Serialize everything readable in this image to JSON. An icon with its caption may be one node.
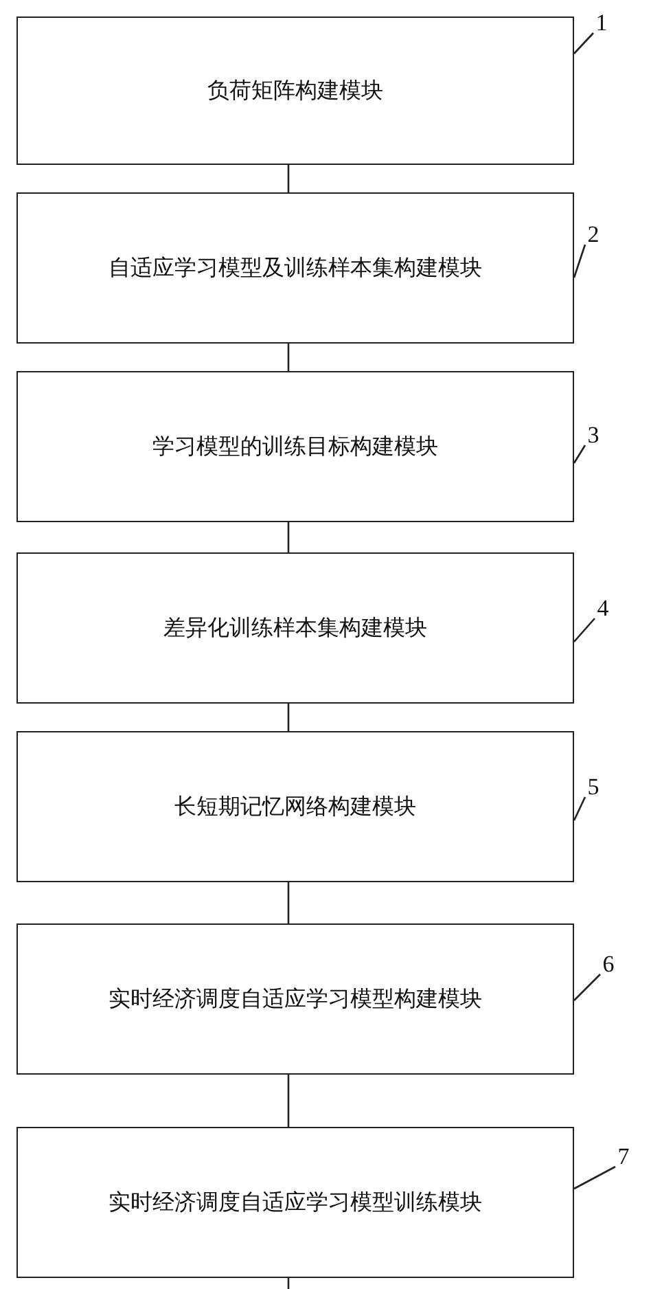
{
  "diagram": {
    "nodes": [
      {
        "text": [
          "负荷矩阵构建模块"
        ]
      },
      {
        "text": [
          "自适应学习模型及训练样本集构建模块"
        ]
      },
      {
        "text": [
          "学习模型的训练目标构建模块"
        ]
      },
      {
        "text": [
          "差异化训练样本集构建模块"
        ]
      },
      {
        "text": [
          "长短期记忆网络构建模块"
        ]
      },
      {
        "text": [
          "实时经济调度自适应学习模型构建模块"
        ]
      },
      {
        "text": [
          "实时经济调度自适应学习模型训练模块"
        ]
      },
      {
        "text": [
          "1"
        ]
      },
      {
        "text": [
          "2"
        ]
      },
      {
        "text": [
          "3"
        ]
      },
      {
        "text": [
          "4"
        ]
      },
      {
        "text": [
          "5"
        ]
      },
      {
        "text": [
          "6"
        ]
      },
      {
        "text": [
          "7"
        ]
      }
    ],
    "edges": [
      {
        "from": 0,
        "to": 1,
        "arrow": "none"
      },
      {
        "from": 1,
        "to": 2,
        "arrow": "none"
      },
      {
        "from": 2,
        "to": 3,
        "arrow": "none"
      },
      {
        "from": 3,
        "to": 4,
        "arrow": "none"
      },
      {
        "from": 4,
        "to": 5,
        "arrow": "none"
      },
      {
        "from": 5,
        "to": 6,
        "arrow": "none"
      },
      {
        "from": 6,
        "to": null,
        "arrow": "none"
      },
      {
        "from": 7,
        "to": 0,
        "arrow": "none"
      },
      {
        "from": 8,
        "to": 1,
        "arrow": "none"
      },
      {
        "from": 9,
        "to": 2,
        "arrow": "none"
      },
      {
        "from": 10,
        "to": 3,
        "arrow": "none"
      },
      {
        "from": 11,
        "to": 4,
        "arrow": "none"
      },
      {
        "from": 12,
        "to": 5,
        "arrow": "none"
      },
      {
        "from": 13,
        "to": 6,
        "arrow": "none"
      }
    ]
  }
}
